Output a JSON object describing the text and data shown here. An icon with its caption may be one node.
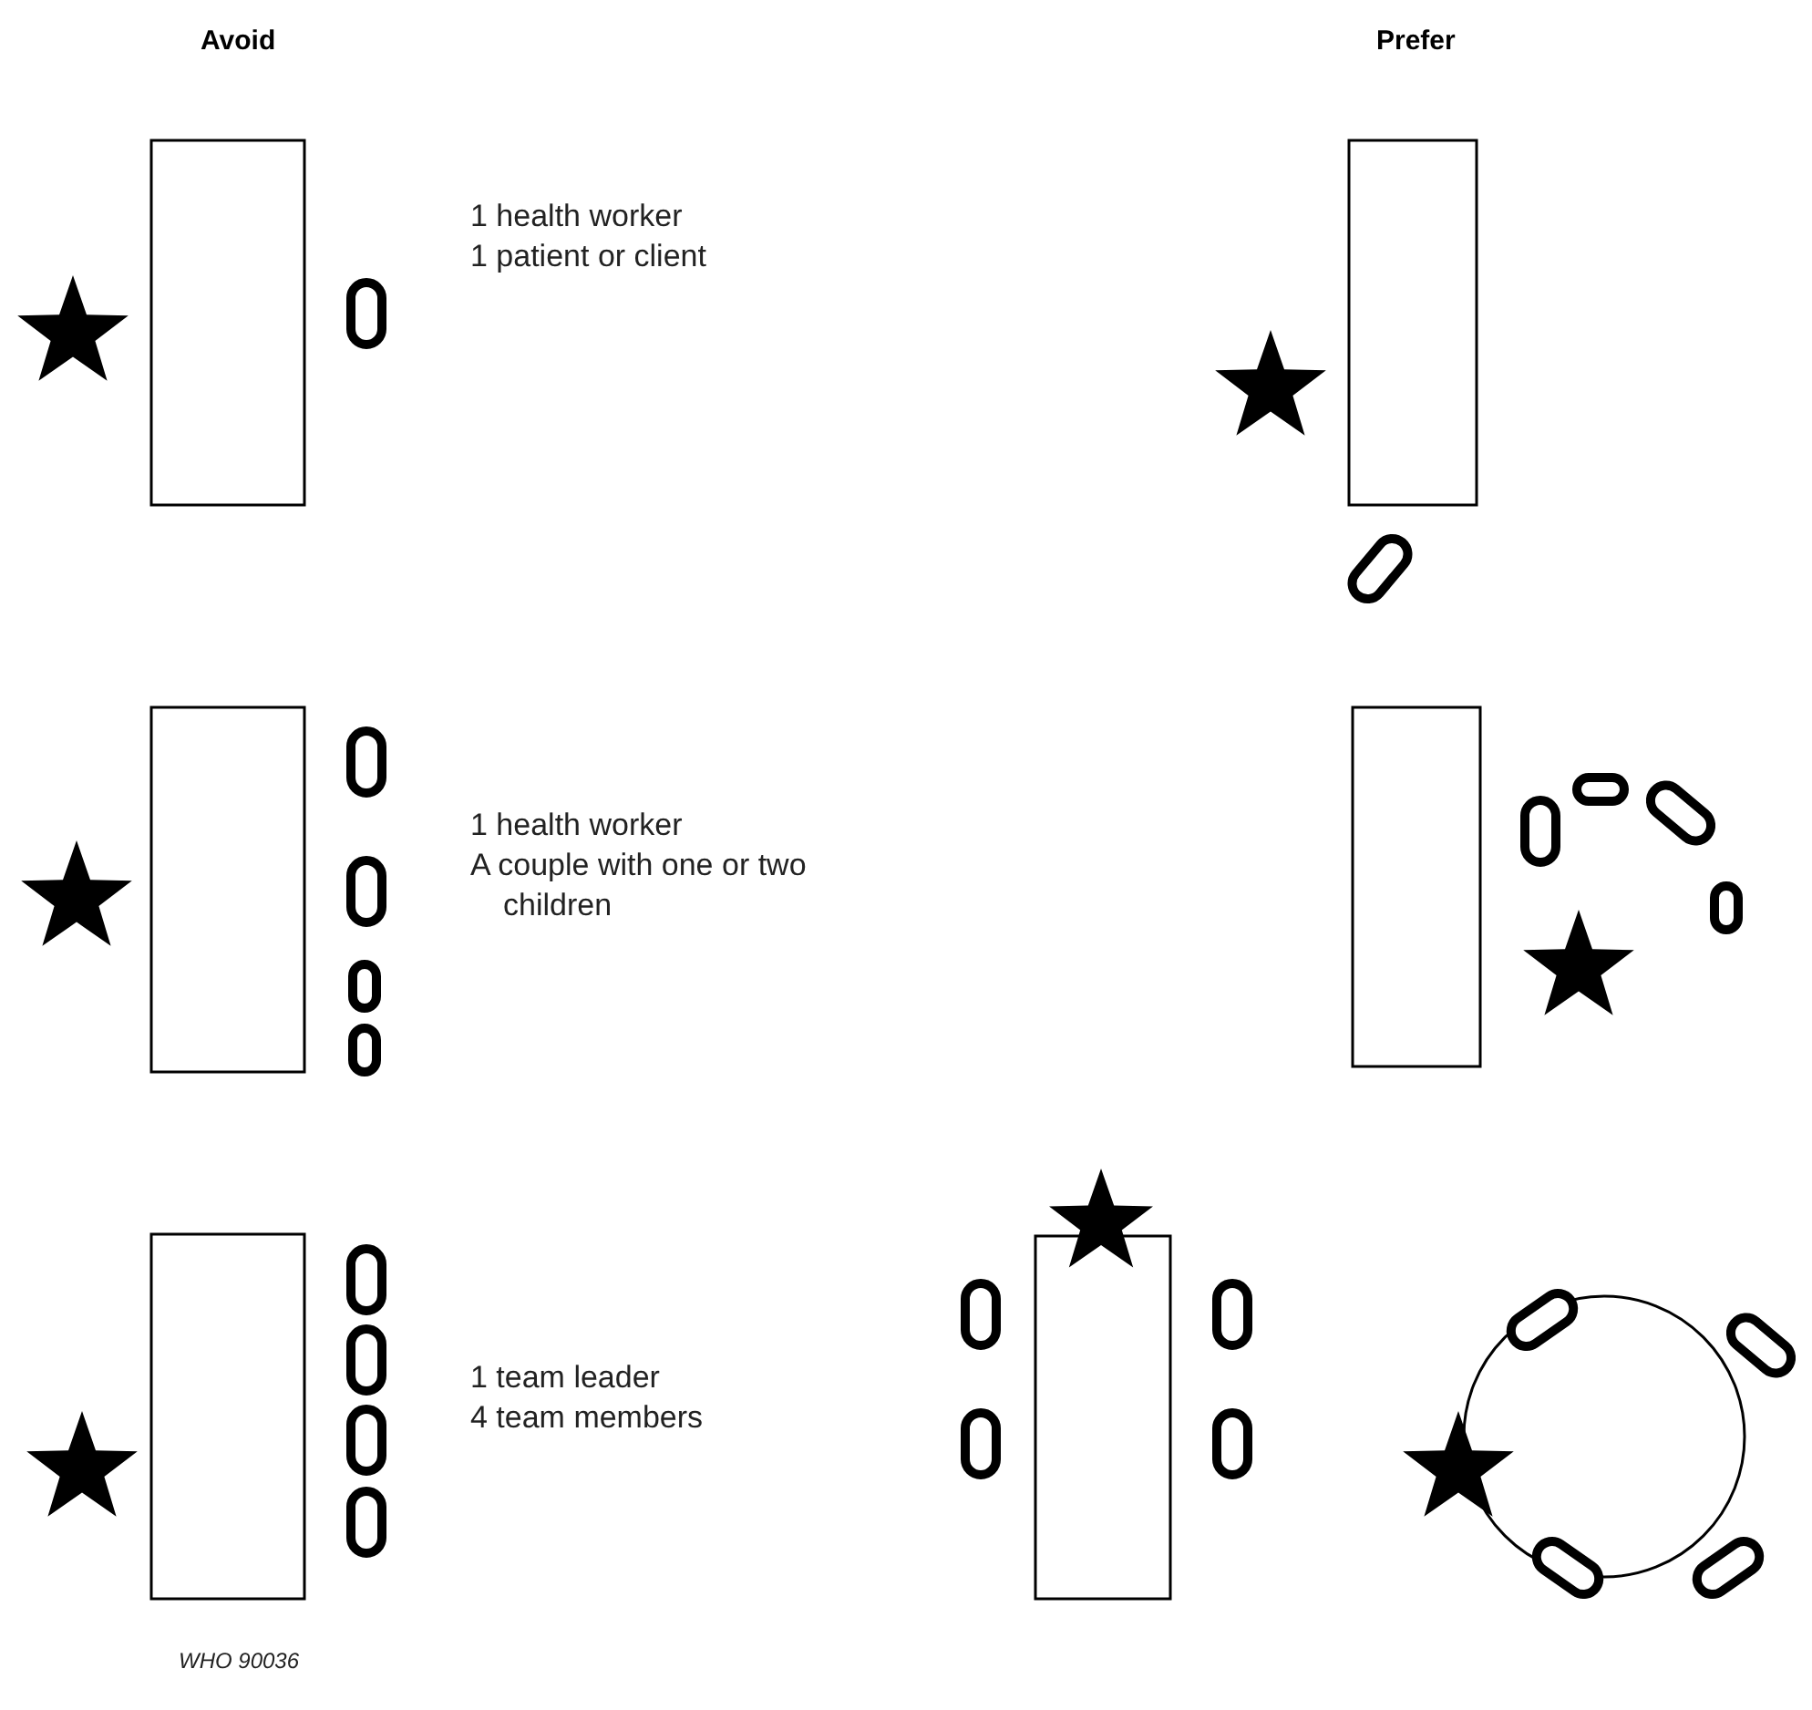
{
  "diagram": {
    "labels": [
      "Avoid",
      "Prefer",
      "1 health worker",
      "1 patient or client",
      "1 health worker",
      "A couple with one or two children",
      "1 team leader",
      "4 team members",
      "WHO 90036"
    ]
  }
}
